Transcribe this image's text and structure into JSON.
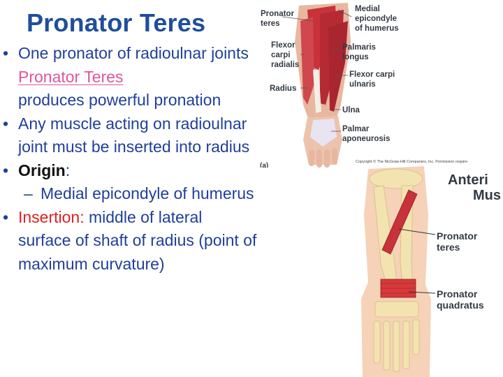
{
  "slide": {
    "title": "Pronator Teres",
    "bullets": {
      "b1_text": "One pronator of radioulnar joints ",
      "b1_link": "Pronator Teres",
      "b1_rest": "produces powerful pronation",
      "b2_text": "Any muscle acting on radioulnar joint must be inserted into radius",
      "b3_label": "Origin",
      "b3_colon": ":",
      "b3_sub": "Medial epicondyle of humerus",
      "b4_label": "Insertion:",
      "b4_text": " middle of lateral surface of shaft of radius (point of maximum curvature)"
    }
  },
  "figure_a": {
    "labels": {
      "pronator_teres_1": "Pronator",
      "pronator_teres_2": "teres",
      "medial_1": "Medial",
      "medial_2": "epicondyle",
      "medial_3": "of humerus",
      "flexor_carpi_rad_1": "Flexor",
      "flexor_carpi_rad_2": "carpi",
      "flexor_carpi_rad_3": "radialis",
      "palmaris_1": "Palmaris",
      "palmaris_2": "longus",
      "radius": "Radius",
      "flexor_carpi_uln_1": "Flexor carpi",
      "flexor_carpi_uln_2": "ulnaris",
      "ulna": "Ulna",
      "palmar_1": "Palmar",
      "palmar_2": "aponeurosis",
      "panel": "(a)"
    }
  },
  "figure_b": {
    "copyright": "Copyright © The McGraw-Hill Companies, Inc. Permission require",
    "heading_1": "Anteri",
    "heading_2": "Mus",
    "pronator_teres_1": "Pronator",
    "pronator_teres_2": "teres",
    "pronator_quad_1": "Pronator",
    "pronator_quad_2": "quadratus"
  },
  "colors": {
    "title": "#1f4e9c",
    "body_text": "#1f3f9a",
    "link": "#e0559c",
    "insertion": "#e02020",
    "muscle": "#c8323a",
    "bone": "#f3e3b0"
  }
}
